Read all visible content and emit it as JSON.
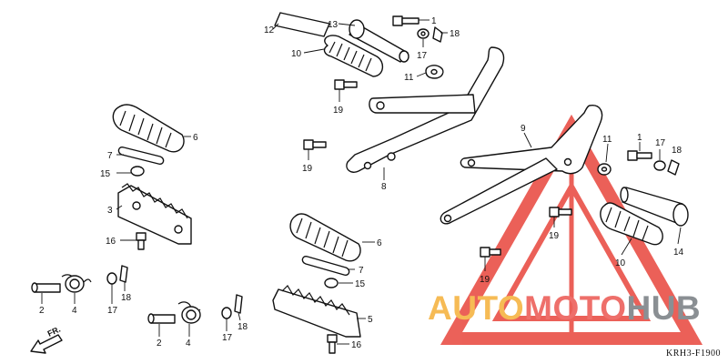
{
  "diagram": {
    "code": "KRH3-F1900",
    "direction_label": "FR.",
    "callouts": {
      "c1a": "1",
      "c12": "12",
      "c13": "13",
      "c18a": "18",
      "c17a": "17",
      "c10a": "10",
      "c11a": "11",
      "c19a": "19",
      "c8": "8",
      "c19b": "19",
      "c6a": "6",
      "c7a": "7",
      "c15a": "15",
      "c3": "3",
      "c16a": "16",
      "c9": "9",
      "c11b": "11",
      "c1b": "1",
      "c17b": "17",
      "c18b": "18",
      "c19c": "19",
      "c19d": "19",
      "c10b": "10",
      "c14": "14",
      "c6b": "6",
      "c7b": "7",
      "c15b": "15",
      "c5": "5",
      "c16b": "16",
      "c2a": "2",
      "c4a": "4",
      "c17c": "17",
      "c18c": "18",
      "c2b": "2",
      "c4b": "4",
      "c17d": "17",
      "c18d": "18"
    }
  },
  "watermark": {
    "part1": "AUTO",
    "part2": "MOTO",
    "part3": "HUB",
    "colors": {
      "triangle": "#e8453c",
      "auto": "#f6bb55",
      "moto": "#ee6f6a",
      "hub": "#8a8f93"
    }
  }
}
